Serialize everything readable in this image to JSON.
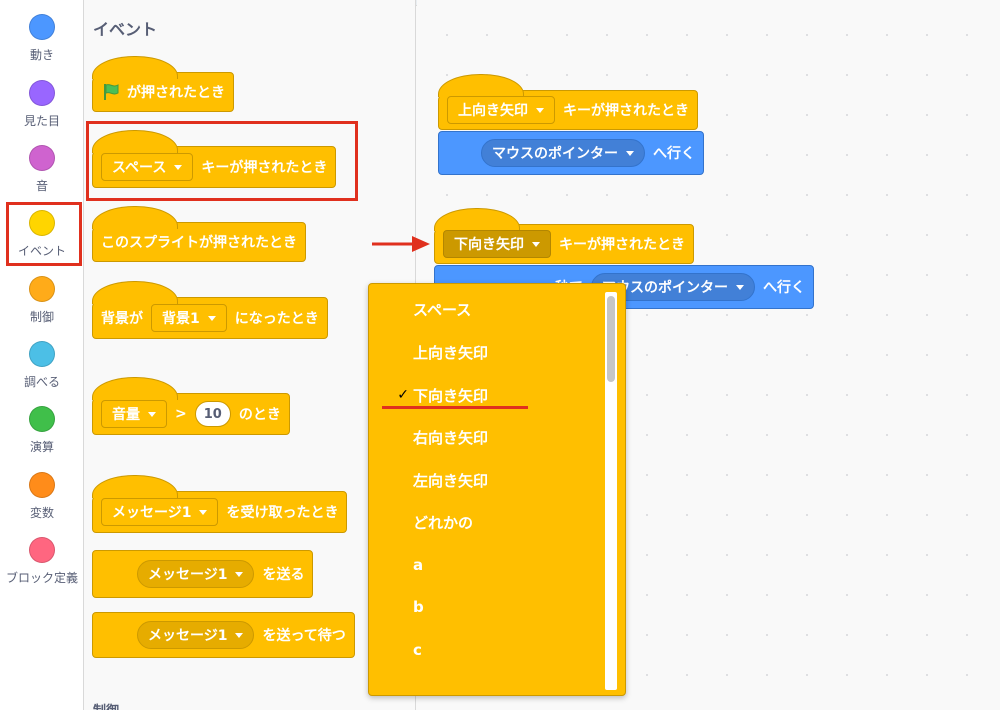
{
  "categories": [
    {
      "label": "動き",
      "color": "#4c97ff"
    },
    {
      "label": "見た目",
      "color": "#9966ff"
    },
    {
      "label": "音",
      "color": "#cf63cf"
    },
    {
      "label": "イベント",
      "color": "#ffd500"
    },
    {
      "label": "制御",
      "color": "#ffab19"
    },
    {
      "label": "調べる",
      "color": "#4cbfe6"
    },
    {
      "label": "演算",
      "color": "#40bf4a"
    },
    {
      "label": "変数",
      "color": "#ff8c1a"
    },
    {
      "label": "ブロック定義",
      "color": "#ff6680"
    }
  ],
  "palette": {
    "title": "イベント",
    "next_section": "制御",
    "blocks": {
      "flag_hat": {
        "text": "が押されたとき"
      },
      "key_hat": {
        "key": "スペース",
        "text": "キーが押されたとき"
      },
      "sprite_hat": {
        "text": "このスプライトが押されたとき"
      },
      "backdrop_hat": {
        "prefix": "背景が",
        "value": "背景1",
        "suffix": "になったとき"
      },
      "loudness_hat": {
        "value": "音量",
        "op": ">",
        "number": "10",
        "suffix": "のとき"
      },
      "receive_hat": {
        "value": "メッセージ1",
        "suffix": "を受け取ったとき"
      },
      "broadcast": {
        "value": "メッセージ1",
        "suffix": "を送る"
      },
      "broadcast_wait": {
        "value": "メッセージ1",
        "suffix": "を送って待つ"
      }
    }
  },
  "workspace": {
    "script1": {
      "key": "上向き矢印",
      "hat_text": "キーが押されたとき",
      "target": "マウスのポインター",
      "motion_text": "へ行く"
    },
    "script2": {
      "key": "下向き矢印",
      "hat_text": "キーが押されたとき",
      "motion_prefix": "秒で",
      "target": "マウスのポインター",
      "motion_text": "へ行く"
    }
  },
  "dropdown": {
    "selected_mark": "✓",
    "options": [
      "スペース",
      "上向き矢印",
      "下向き矢印",
      "右向き矢印",
      "左向き矢印",
      "どれかの",
      "a",
      "b",
      "c"
    ]
  },
  "colors": {
    "events": "#ffbf00",
    "motion": "#4c97ff",
    "highlight": "#e0301e"
  }
}
